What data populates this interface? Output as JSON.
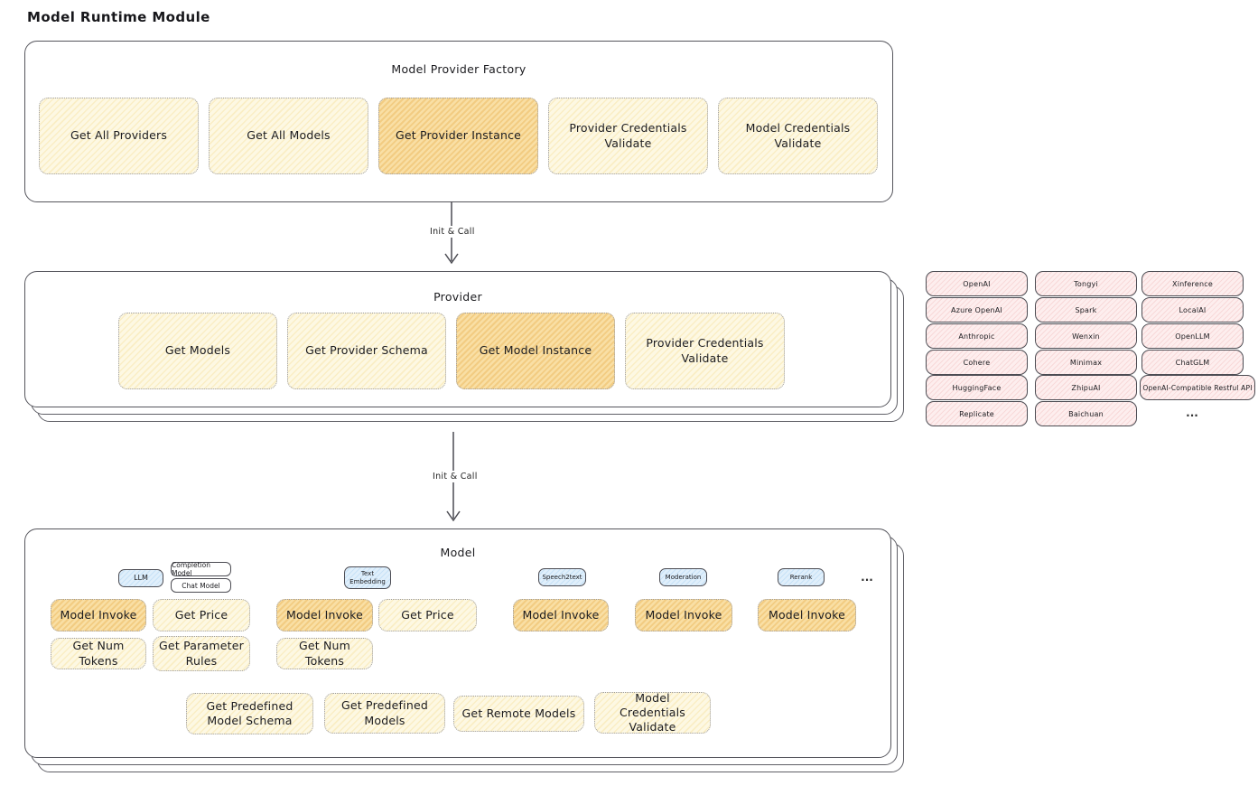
{
  "page_title": "Model Runtime Module",
  "colors": {
    "node_yellow": "#fdf8e3",
    "node_yellow_highlight": "#f8dfa5",
    "provider_pink": "#fdeeee",
    "type_blue": "#e0effb",
    "stroke_dark": "#55555c",
    "stroke_dotted": "#9b9ba1"
  },
  "factory": {
    "title": "Model Provider Factory",
    "buttons": [
      {
        "label": "Get All Providers",
        "highlighted": false
      },
      {
        "label": "Get All Models",
        "highlighted": false
      },
      {
        "label": "Get Provider Instance",
        "highlighted": true
      },
      {
        "label": "Provider Credentials Validate",
        "highlighted": false
      },
      {
        "label": "Model Credentials Validate",
        "highlighted": false
      }
    ]
  },
  "arrows": {
    "label1": "Init & Call",
    "label2": "Init & Call"
  },
  "provider": {
    "title": "Provider",
    "buttons": [
      {
        "label": "Get Models",
        "highlighted": false
      },
      {
        "label": "Get Provider Schema",
        "highlighted": false
      },
      {
        "label": "Get Model Instance",
        "highlighted": true
      },
      {
        "label": "Provider Credentials Validate",
        "highlighted": false
      }
    ]
  },
  "provider_list": {
    "column1": [
      "OpenAI",
      "Azure OpenAI",
      "Anthropic",
      "Cohere",
      "HuggingFace",
      "Replicate"
    ],
    "column2": [
      "Tongyi",
      "Spark",
      "Wenxin",
      "Minimax",
      "ZhipuAI",
      "Baichuan"
    ],
    "column3": [
      "Xinference",
      "LocalAI",
      "OpenLLM",
      "ChatGLM",
      "OpenAI-Compatible Restful API"
    ],
    "more": "..."
  },
  "model": {
    "title": "Model",
    "groups": [
      {
        "badge": "LLM",
        "tags": [
          "Completion Model",
          "Chat Model"
        ],
        "buttons": [
          "Model Invoke",
          "Get Price",
          "Get Num Tokens",
          "Get Parameter Rules"
        ]
      },
      {
        "badge": "Text Embedding",
        "buttons": [
          "Model Invoke",
          "Get Price",
          "Get Num Tokens"
        ]
      },
      {
        "badge": "Speech2text",
        "buttons": [
          "Model Invoke"
        ]
      },
      {
        "badge": "Moderation",
        "buttons": [
          "Model Invoke"
        ]
      },
      {
        "badge": "Rerank",
        "buttons": [
          "Model Invoke"
        ]
      }
    ],
    "more": "...",
    "bottom_buttons": [
      "Get Predefined Model Schema",
      "Get Predefined Models",
      "Get Remote Models",
      "Model Credentials Validate"
    ]
  }
}
